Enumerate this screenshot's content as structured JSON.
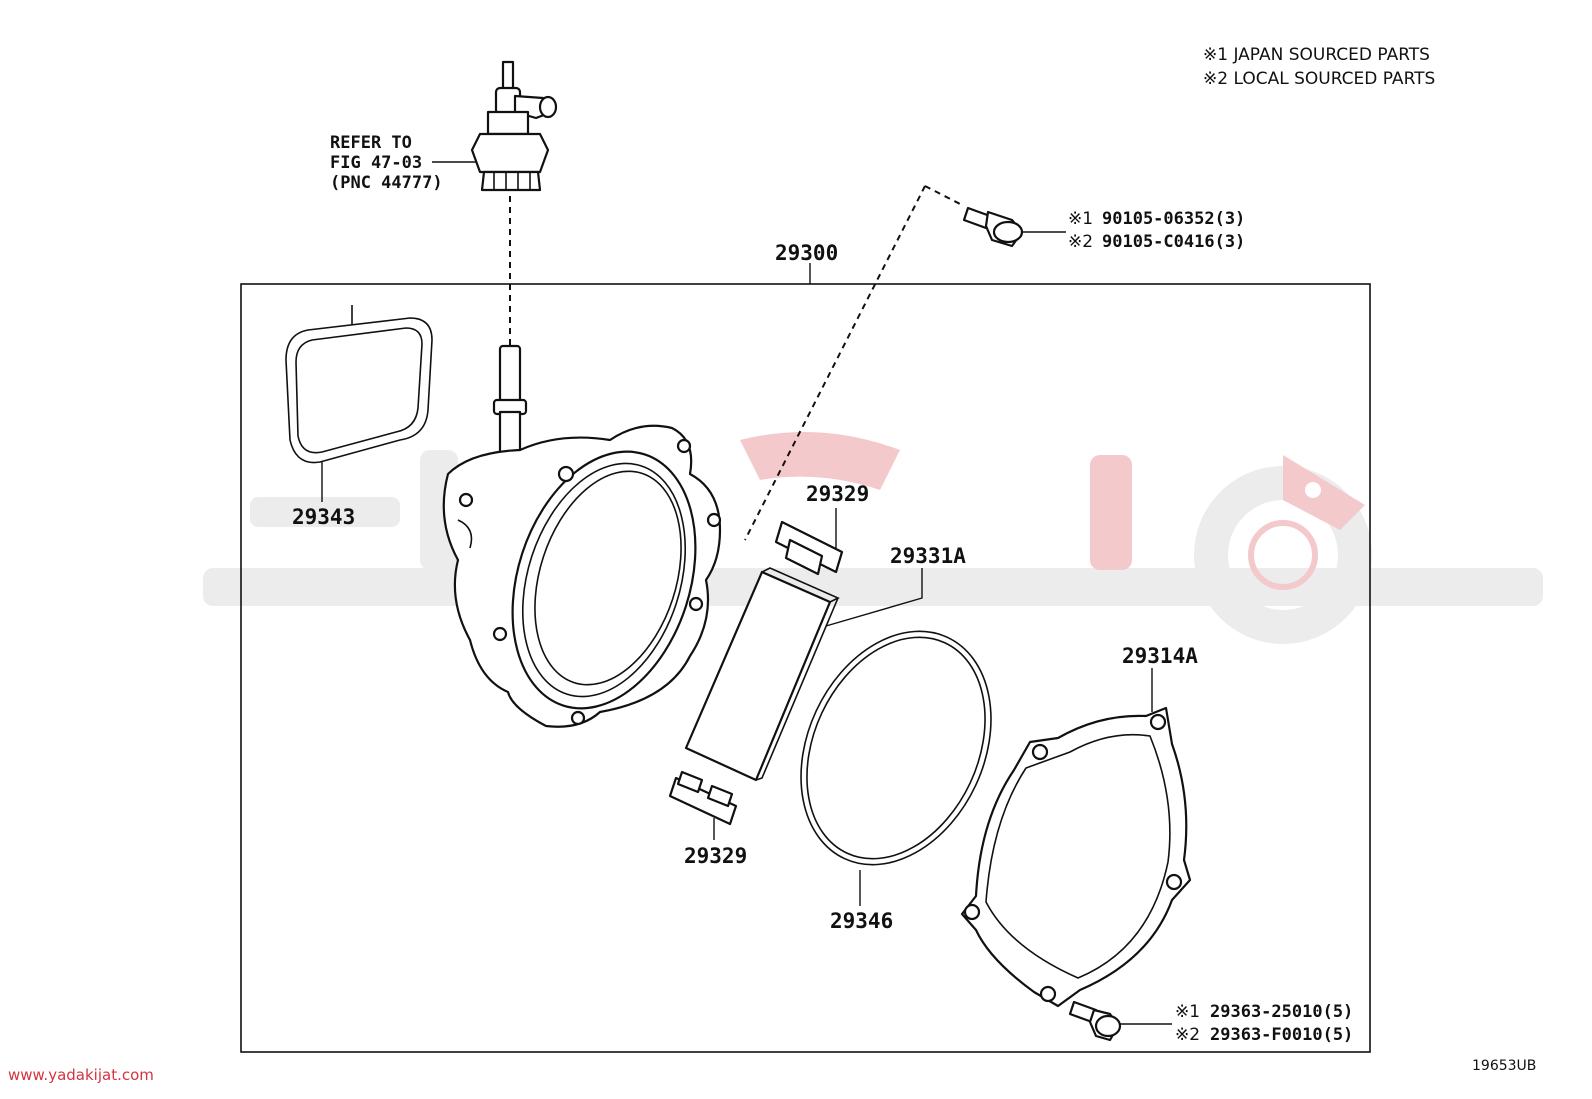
{
  "notes": {
    "line1": "※1 JAPAN SOURCED PARTS",
    "line2": "※2 LOCAL SOURCED PARTS"
  },
  "refer": {
    "line1": "REFER TO",
    "line2": "FIG 47-03",
    "line3": "(PNC 44777)"
  },
  "parts": {
    "assembly": "29300",
    "gasket": "29343",
    "seal_top": "29329",
    "seal_bottom": "29329",
    "vane": "29331A",
    "oring": "29346",
    "cover": "29314A"
  },
  "bolts": {
    "top": {
      "mark1": "※1",
      "pn1": "90105-06352(3)",
      "mark2": "※2",
      "pn2": "90105-C0416(3)"
    },
    "bottom": {
      "mark1": "※1",
      "pn1": "29363-25010(5)",
      "mark2": "※2",
      "pn2": "29363-F0010(5)"
    }
  },
  "footer": {
    "url": "www.yadakijat.com",
    "fig_code": "19653UB"
  },
  "colors": {
    "line": "#111111",
    "watermark_gray": "#ececec",
    "watermark_red": "#f3c9cc",
    "url_red": "#d4343e"
  }
}
